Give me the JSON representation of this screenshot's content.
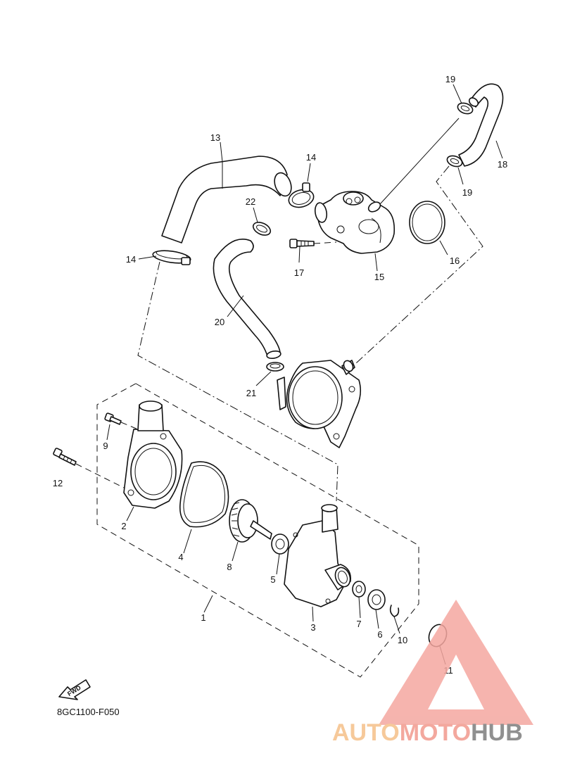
{
  "diagram": {
    "callouts": {
      "c1": "1",
      "c2": "2",
      "c3": "3",
      "c4": "4",
      "c5": "5",
      "c6": "6",
      "c7": "7",
      "c8": "8",
      "c9": "9",
      "c10": "10",
      "c11": "11",
      "c12": "12",
      "c13": "13",
      "c14a": "14",
      "c14b": "14",
      "c15": "15",
      "c16": "16",
      "c17": "17",
      "c18": "18",
      "c19a": "19",
      "c19b": "19",
      "c20": "20",
      "c21": "21",
      "c22": "22"
    },
    "fwd_label": "FWD",
    "diagram_code": "8GC1100-F050"
  },
  "watermark": {
    "part1": "AUTO",
    "part2": "MOTO",
    "part3": "HUB",
    "colors": {
      "auto": "#f5c089",
      "moto": "#f29a8e",
      "hub": "#7d7d7d",
      "triangle": "#f4a7a0"
    }
  }
}
